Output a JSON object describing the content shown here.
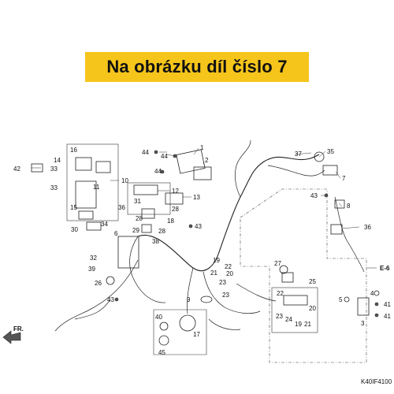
{
  "banner": {
    "text": "Na obrázku díl číslo 7",
    "color": "#f6c51b"
  },
  "diagram_code": "K40IF4100",
  "front_marker": "FR.",
  "ref_label": "E-6",
  "callouts": [
    "1",
    "2",
    "3",
    "4",
    "5",
    "6",
    "7",
    "8",
    "9",
    "10",
    "11",
    "12",
    "13",
    "14",
    "15",
    "16",
    "17",
    "18",
    "19",
    "20",
    "21",
    "22",
    "23",
    "24",
    "25",
    "26",
    "27",
    "28",
    "29",
    "30",
    "31",
    "32",
    "33",
    "34",
    "35",
    "36",
    "37",
    "38",
    "39",
    "40",
    "41",
    "42",
    "43",
    "44",
    "45"
  ]
}
